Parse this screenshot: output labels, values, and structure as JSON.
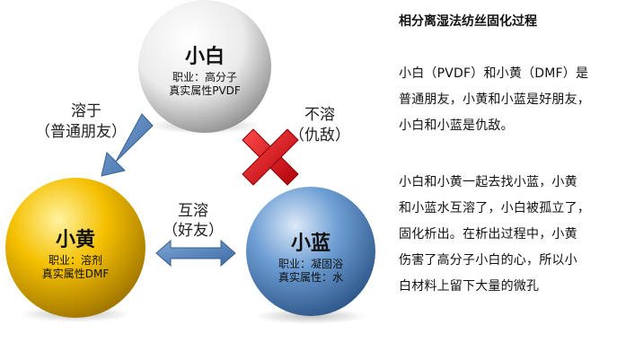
{
  "nodes": {
    "white": {
      "name": "小白",
      "role": "职业：高分子",
      "attr": "真实属性PVDF"
    },
    "yellow": {
      "name": "小黄",
      "role": "职业：溶剂",
      "attr": "真实属性DMF"
    },
    "blue": {
      "name": "小蓝",
      "role": "职业：凝固浴",
      "attr": "真实属性：水"
    }
  },
  "edges": {
    "white_yellow": {
      "line1": "溶于",
      "line2": "（普通朋友）"
    },
    "white_blue": {
      "line1": "不溶",
      "line2": "（仇敌）"
    },
    "yellow_blue": {
      "line1": "互溶",
      "line2": "（好友）"
    }
  },
  "panel": {
    "title": "相分离湿法纺丝固化过程",
    "para1": [
      "小白（PVDF）和小黄（DMF）是",
      "普通朋友，小黄和小蓝是好朋友，",
      "小白和小蓝是仇敌。"
    ],
    "para2": [
      "小白和小黄一起去找小蓝，小黄",
      "和小蓝水互溶了，小白被孤立了，",
      "固化析出。在析出过程中，小黄",
      "伤害了高分子小白的心，所以小",
      "白材料上留下大量的微孔"
    ]
  },
  "colors": {
    "white": "#f2f2f2",
    "yellow": "#f5c000",
    "blue": "#5b8fc9",
    "arrow": "#4f81bd",
    "cross": "#e0141a"
  }
}
